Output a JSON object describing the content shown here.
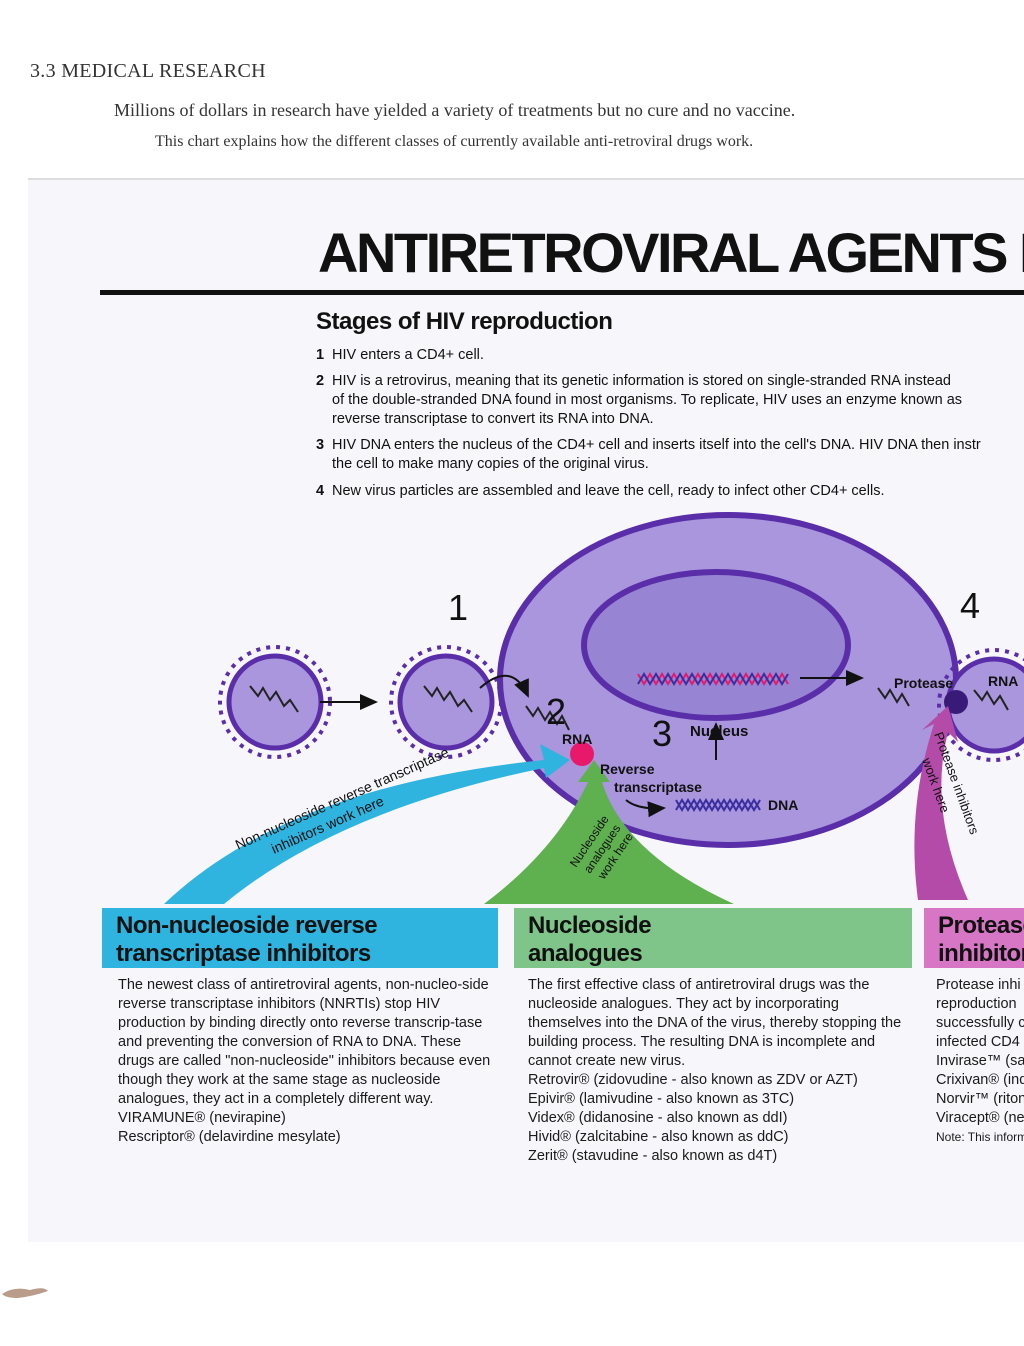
{
  "header": {
    "section_heading": "3.3  MEDICAL RESEARCH",
    "intro_line1": "Millions of dollars in research have yielded a variety of treatments but no cure and no vaccine.",
    "intro_line2": "This chart explains how the different classes of currently available anti-retroviral drugs work."
  },
  "poster": {
    "title": "ANTIRETROVIRAL AGENTS FOR H",
    "stages_heading": "Stages of HIV reproduction",
    "stages": [
      {
        "num": "1",
        "text": "HIV enters a CD4+ cell."
      },
      {
        "num": "2",
        "text": "HIV is a retrovirus, meaning that its genetic information is stored on single-stranded RNA instead\nof the double-stranded DNA found in most organisms. To replicate, HIV uses an enzyme known as\nreverse transcriptase to convert its RNA into DNA."
      },
      {
        "num": "3",
        "text": "HIV DNA enters the nucleus of the CD4+ cell and inserts itself into the cell's DNA. HIV DNA then instr\nthe cell to make many copies of the original virus."
      },
      {
        "num": "4",
        "text": "New virus particles are assembled and leave the cell, ready to infect other CD4+ cells."
      }
    ]
  },
  "diagram": {
    "stage_numbers": [
      "1",
      "2",
      "3",
      "4"
    ],
    "labels": {
      "rna": "RNA",
      "rna_right": "RNA",
      "nucleus": "Nucleus",
      "reverse": "Reverse",
      "transcriptase": "transcriptase",
      "dna": "DNA",
      "protease": "Protease"
    },
    "arrow_labels": {
      "nnrti_line1": "Non-nucleoside reverse transcriptase",
      "nnrti_line2": "inhibitors work here",
      "nuc_line1": "Nucleoside",
      "nuc_line2": "analogues",
      "nuc_line3": "work here",
      "prot_line1": "Protease inhibitors",
      "prot_line2": "work here"
    },
    "colors": {
      "cell_fill": "#a996dc",
      "cell_stroke": "#5a2ea8",
      "nucleus_fill": "#9785d4",
      "nnrti": "#2fb4df",
      "nucleoside": "#5fb04f",
      "protease": "#b44ba8",
      "enzyme": "#e8196b",
      "dna_strand": "#e8196b"
    }
  },
  "columns": {
    "nnrti": {
      "heading": "Non-nucleoside reverse\ntranscriptase inhibitors",
      "body": "The newest class of antiretroviral agents, non-nucleo-side reverse transcriptase inhibitors (NNRTIs) stop HIV production by binding directly onto reverse transcrip-tase and preventing the conversion of RNA to DNA. These drugs are called \"non-nucleoside\" inhibitors because even though they work at the same stage as nucleoside analogues, they act in a completely different way.",
      "drugs": [
        "VIRAMUNE® (nevirapine)",
        "Rescriptor® (delavirdine mesylate)"
      ]
    },
    "nucleoside": {
      "heading": "Nucleoside\nanalogues",
      "body": "The first effective class of antiretroviral drugs was the nucleoside analogues. They act by incorporating themselves into the DNA of the virus, thereby stopping the building process. The resulting DNA is incomplete and cannot create new virus.",
      "drugs": [
        "Retrovir® (zidovudine - also known as ZDV or AZT)",
        "Epivir® (lamivudine - also known as 3TC)",
        "Videx® (didanosine - also known as ddI)",
        "Hivid® (zalcitabine - also known as ddC)",
        "Zerit® (stavudine - also known as d4T)"
      ]
    },
    "protease": {
      "heading": "Protease\ninhibitors",
      "body_lines": [
        "Protease inhi",
        "reproduction",
        "successfully c",
        "infected CD4"
      ],
      "drugs": [
        "Invirase™ (sa",
        "Crixivan® (ind",
        "Norvir™ (riton",
        "Viracept® (ne"
      ],
      "note": "Note: This inform"
    }
  }
}
